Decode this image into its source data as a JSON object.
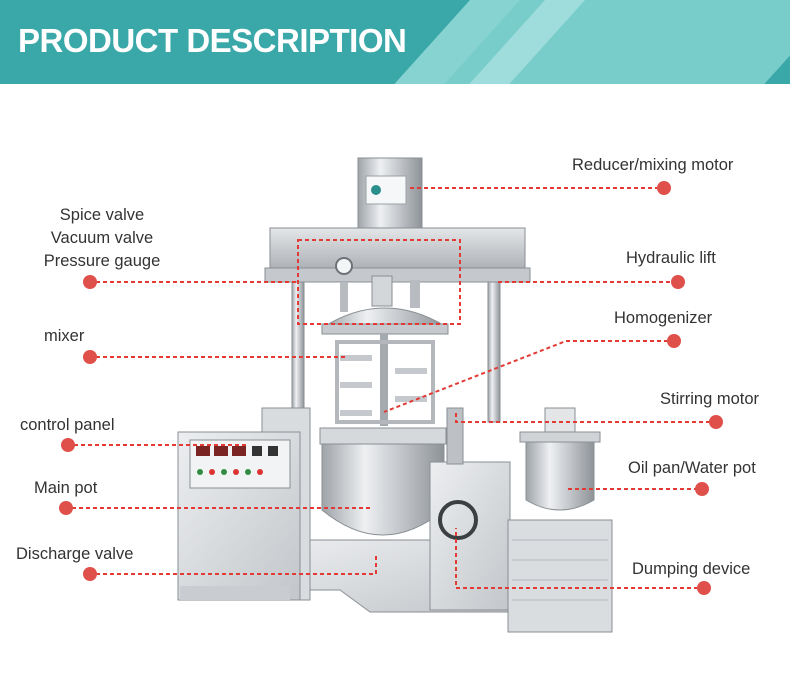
{
  "header": {
    "title": "PRODUCT DESCRIPTION"
  },
  "labels": {
    "spice_valve": "Spice valve",
    "vacuum_valve": "Vacuum valve",
    "pressure_gauge": "Pressure gauge",
    "mixer": "mixer",
    "control_panel": "control panel",
    "main_pot": "Main pot",
    "discharge_valve": "Discharge valve",
    "reducer_motor": "Reducer/mixing motor",
    "hydraulic_lift": "Hydraulic lift",
    "homogenizer": "Homogenizer",
    "stirring_motor": "Stirring motor",
    "oil_water_pot": "Oil pan/Water pot",
    "dumping_device": "Dumping device"
  },
  "colors": {
    "banner": "#3aa7a8",
    "accent": "#e23a35",
    "dot": "#e0504a",
    "text": "#333333"
  }
}
